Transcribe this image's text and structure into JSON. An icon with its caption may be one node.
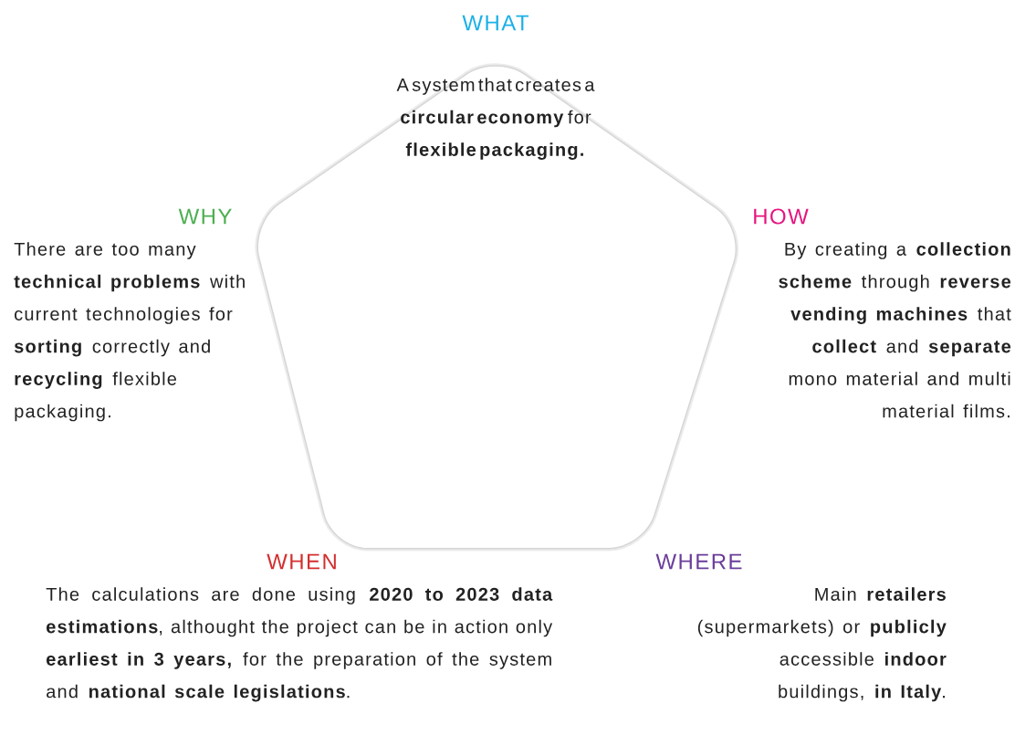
{
  "diagram": {
    "nodes": [
      {
        "text": [
          "WHAT",
          "A system that creates a **circular economy** for **flexible packaging.**"
        ]
      }
    ],
    "labels": [
      "WHY",
      "There are too many **technical problems** with current technologies for **sorting** correctly and **recycling** flexible packaging.",
      "HOW",
      "By creating a **collection scheme** through **reverse vending machines** that **collect** and **separate** mono material and multi material films.",
      "WHEN",
      "The calculations are done using **2020 to 2023 data estimations**, althought the project can be in action only **earliest in 3 years,** for the preparation of the system and **national scale legislations**.",
      "WHERE",
      "Main **retailers** (supermarkets) or **publicly** accessible **indoor** buildings, **in Italy**."
    ]
  }
}
